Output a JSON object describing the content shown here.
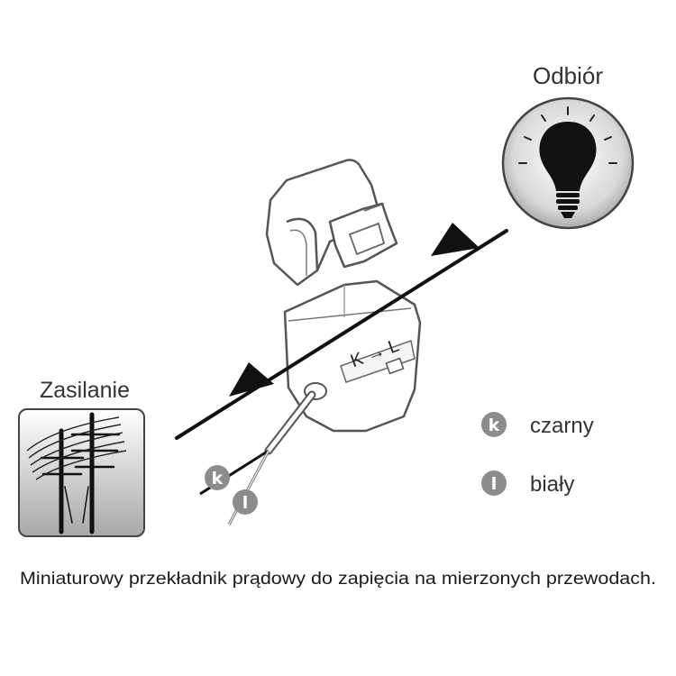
{
  "source": {
    "label": "Zasilanie",
    "icon": "power-line-icon"
  },
  "load": {
    "label": "Odbiór",
    "icon": "light-bulb-icon"
  },
  "clamp": {
    "direction_label": "K → L"
  },
  "legend": [
    {
      "letter": "k",
      "text": "czarny"
    },
    {
      "letter": "l",
      "text": "biały"
    }
  ],
  "wire_tags": {
    "k": "k",
    "l": "l"
  },
  "caption": "Miniaturowy przekładnik prądowy do zapięcia na mierzonych przewodach.",
  "colors": {
    "badge": "#8c8c8c",
    "outline": "#555555",
    "wire": "#111111"
  }
}
